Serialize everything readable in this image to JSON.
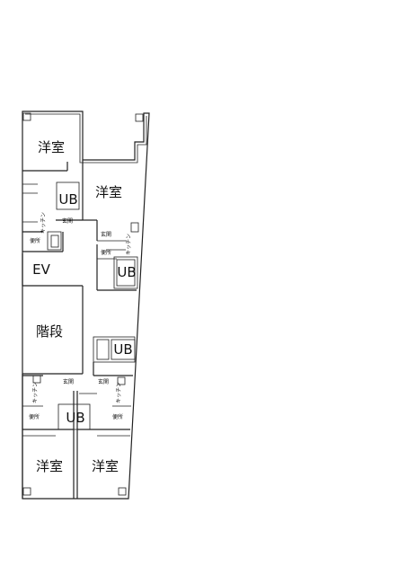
{
  "plan": {
    "rooms": {
      "western_room_1": "洋室",
      "western_room_2": "洋室",
      "western_room_3": "洋室",
      "western_room_4": "洋室",
      "stairs": "階段",
      "elevator": "EV"
    },
    "unit_baths": [
      "UB",
      "UB",
      "UB",
      "UB"
    ],
    "kitchens": [
      "キッチン",
      "キッチン",
      "キッチン",
      "キッチン"
    ],
    "entrances": [
      "玄関",
      "玄関",
      "玄関",
      "玄関"
    ],
    "toilets": [
      "便所",
      "便所",
      "便所",
      "便所"
    ]
  }
}
